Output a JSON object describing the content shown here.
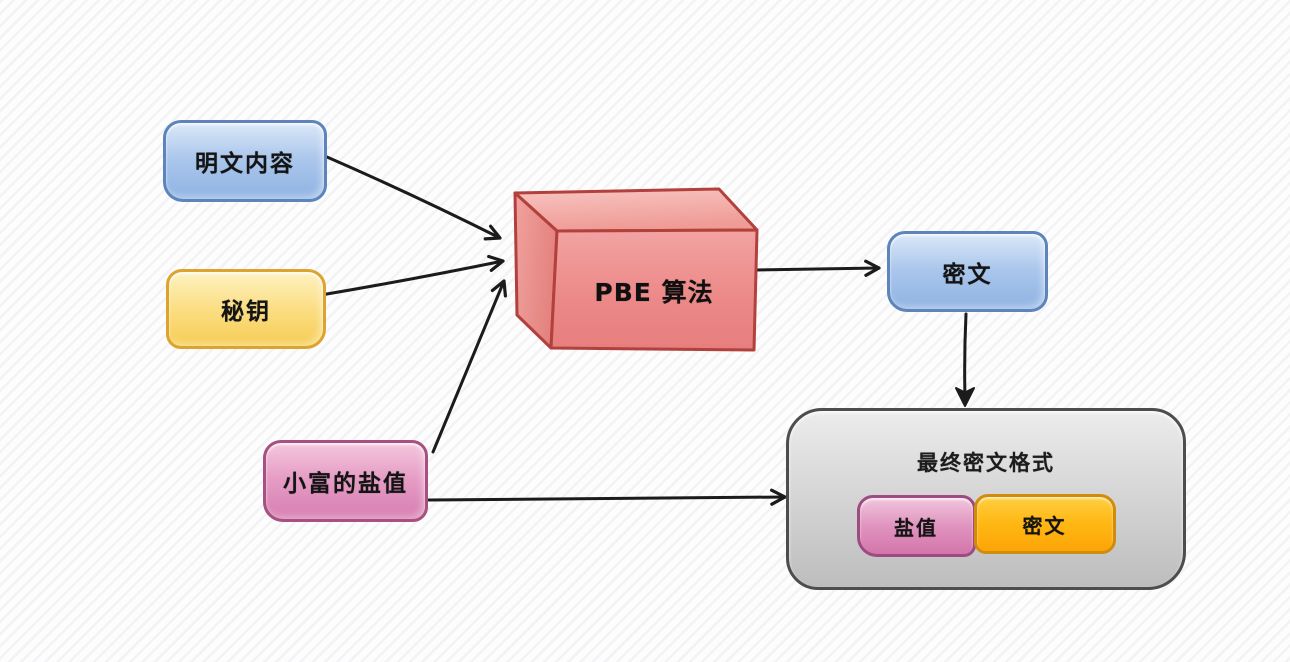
{
  "diagram": {
    "type": "flowchart",
    "topic": "PBE encryption flow",
    "nodes": {
      "plaintext": {
        "label": "明文内容",
        "color": "#8fb3e2"
      },
      "key": {
        "label": "秘钥",
        "color": "#f6cc53"
      },
      "salt": {
        "label": "小富的盐值",
        "color": "#d67eb1"
      },
      "pbe": {
        "label": "PBE 算法",
        "color": "#e87f7f"
      },
      "ciphertext": {
        "label": "密文",
        "color": "#8fb3e2"
      },
      "final_format": {
        "title": "最终密文格式",
        "color": "#cfcfcf",
        "parts": {
          "salt": {
            "label": "盐值",
            "color": "#d475ab"
          },
          "cipher": {
            "label": "密文",
            "color": "#ffb713"
          }
        }
      }
    },
    "edges": [
      {
        "from": "plaintext",
        "to": "pbe"
      },
      {
        "from": "key",
        "to": "pbe"
      },
      {
        "from": "salt",
        "to": "pbe"
      },
      {
        "from": "pbe",
        "to": "ciphertext"
      },
      {
        "from": "ciphertext",
        "to": "final_format"
      },
      {
        "from": "salt",
        "to": "final_format"
      }
    ],
    "arrow_color": "#1b1b1b",
    "background_stripe_color": "#e9e9ee"
  }
}
